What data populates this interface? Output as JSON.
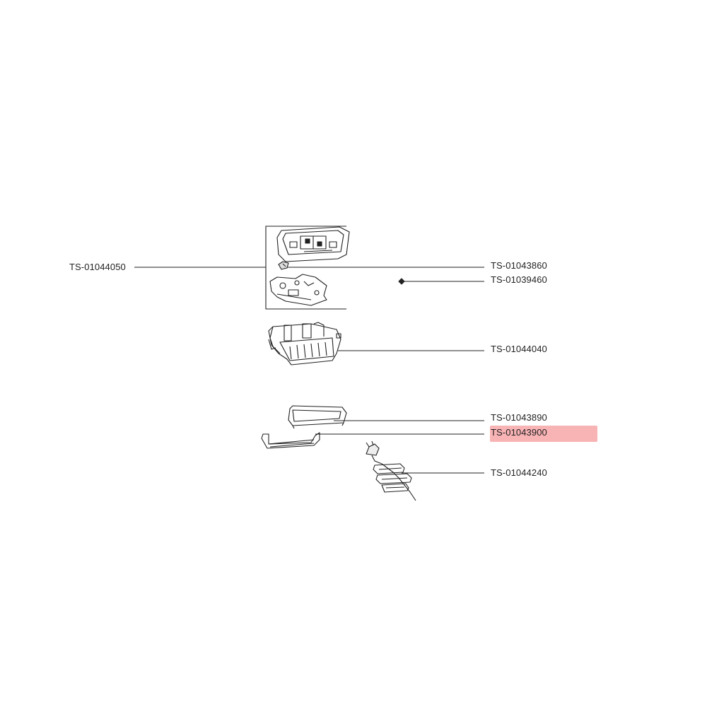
{
  "diagram": {
    "parts": [
      {
        "id": "p1",
        "code": "TS-01044050",
        "highlighted": false
      },
      {
        "id": "p2",
        "code": "TS-01043860",
        "highlighted": false
      },
      {
        "id": "p3",
        "code": "TS-01039460",
        "highlighted": false
      },
      {
        "id": "p4",
        "code": "TS-01044040",
        "highlighted": false
      },
      {
        "id": "p5",
        "code": "TS-01043890",
        "highlighted": false
      },
      {
        "id": "p6",
        "code": "TS-01043900",
        "highlighted": true
      },
      {
        "id": "p7",
        "code": "TS-01044240",
        "highlighted": false
      }
    ],
    "highlight_color": "#f7a6a8",
    "line_color": "#222222"
  }
}
